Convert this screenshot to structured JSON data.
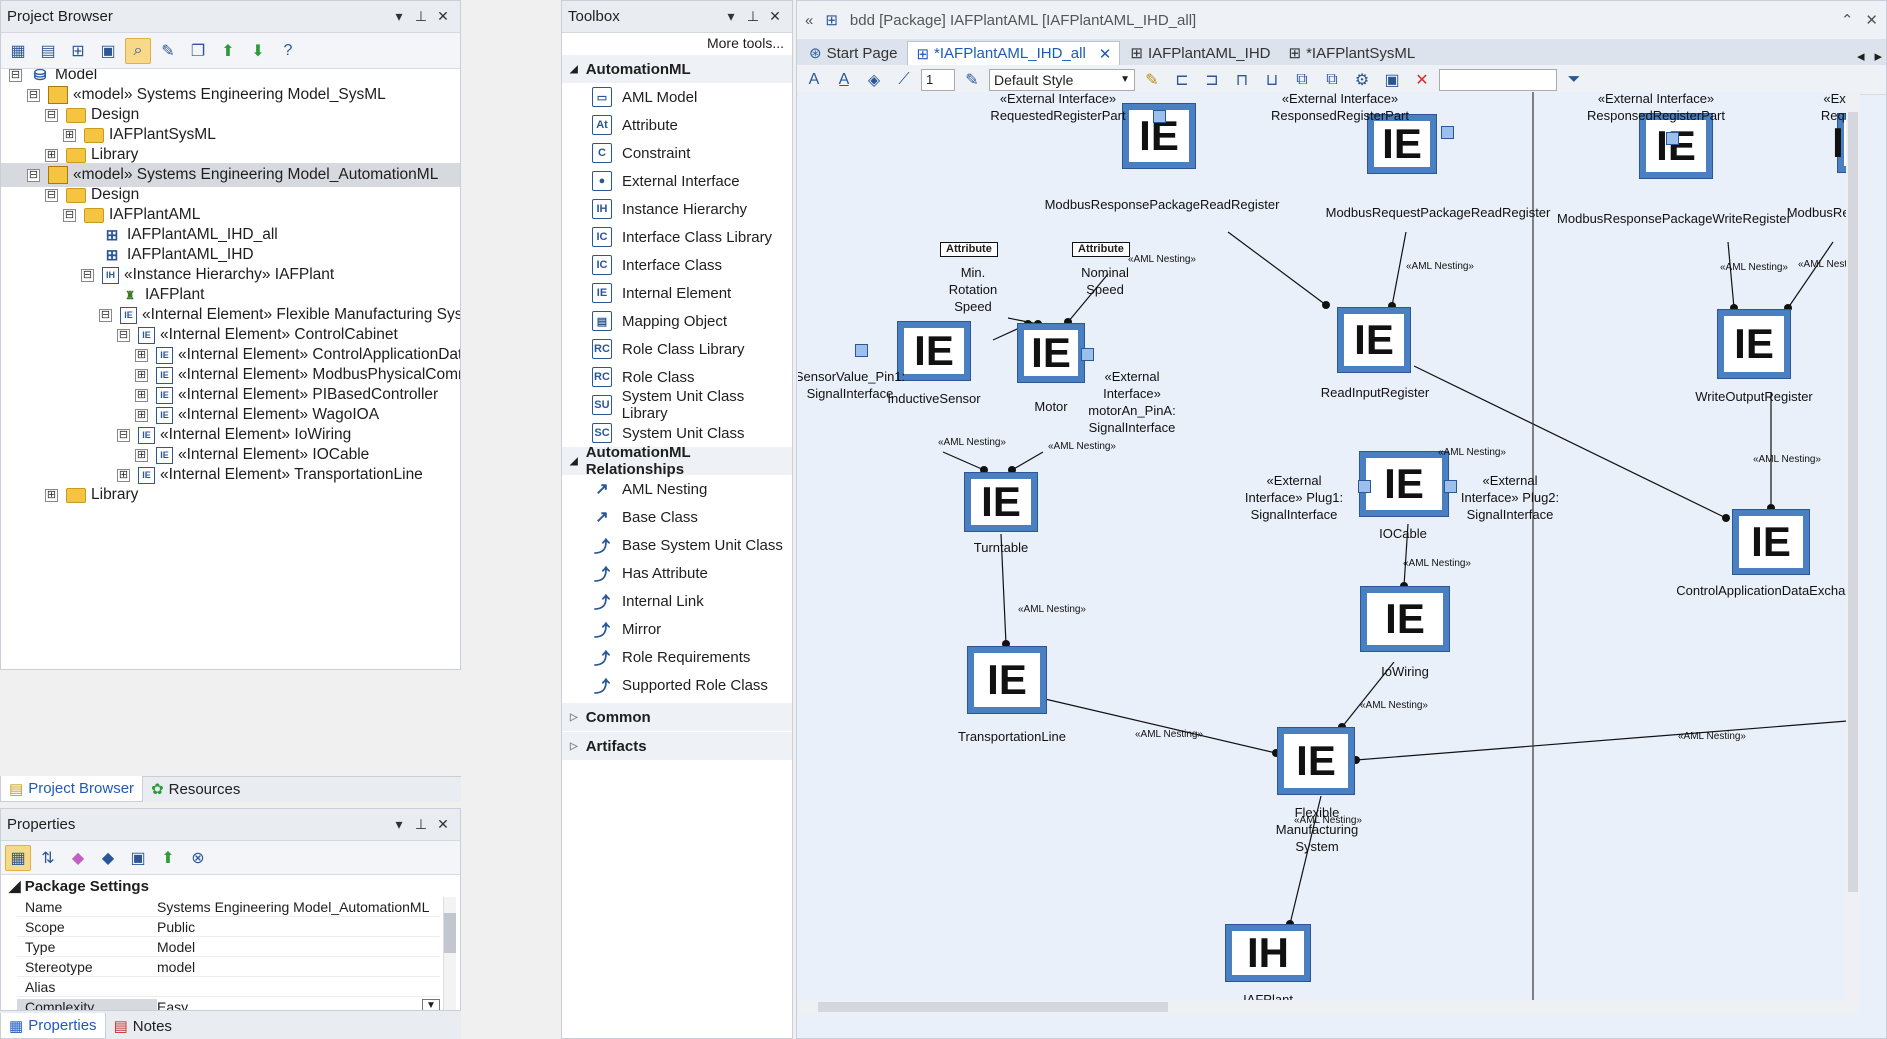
{
  "project_browser": {
    "title": "Project Browser",
    "tree": [
      {
        "label": "Model",
        "exp": "⊟"
      },
      {
        "label": "«model» Systems Engineering Model_SysML",
        "exp": "⊟"
      },
      {
        "label": "Design",
        "exp": "⊟"
      },
      {
        "label": "IAFPlantSysML",
        "exp": "⊞"
      },
      {
        "label": "Library",
        "exp": "⊞"
      },
      {
        "label": "«model» Systems Engineering Model_AutomationML",
        "exp": "⊟"
      },
      {
        "label": "Design",
        "exp": "⊟"
      },
      {
        "label": "IAFPlantAML",
        "exp": "⊟"
      },
      {
        "label": "IAFPlantAML_IHD_all",
        "exp": ""
      },
      {
        "label": "IAFPlantAML_IHD",
        "exp": ""
      },
      {
        "label": "«Instance Hierarchy» IAFPlant",
        "exp": "⊟"
      },
      {
        "label": "IAFPlant",
        "exp": ""
      },
      {
        "label": "«Internal Element» Flexible Manufacturing System",
        "exp": "⊟"
      },
      {
        "label": "«Internal Element» ControlCabinet",
        "exp": "⊟"
      },
      {
        "label": "«Internal Element» ControlApplicationDataExchang",
        "exp": "⊞"
      },
      {
        "label": "«Internal Element» ModbusPhysicalCommunicationI",
        "exp": "⊞"
      },
      {
        "label": "«Internal Element» PIBasedController",
        "exp": "⊞"
      },
      {
        "label": "«Internal Element» WagoIOA",
        "exp": "⊞"
      },
      {
        "label": "«Internal Element» IoWiring",
        "exp": "⊟"
      },
      {
        "label": "«Internal Element» IOCable",
        "exp": "⊞"
      },
      {
        "label": "«Internal Element» TransportationLine",
        "exp": "⊞"
      },
      {
        "label": "Library",
        "exp": "⊞"
      }
    ],
    "tabs": {
      "project_browser": "Project Browser",
      "resources": "Resources"
    }
  },
  "properties": {
    "title": "Properties",
    "section": "Package Settings",
    "rows": [
      {
        "k": "Name",
        "v": "Systems Engineering Model_AutomationML"
      },
      {
        "k": "Scope",
        "v": "Public"
      },
      {
        "k": "Type",
        "v": "Model"
      },
      {
        "k": "Stereotype",
        "v": "model"
      },
      {
        "k": "Alias",
        "v": ""
      },
      {
        "k": "Complexity",
        "v": "Easy"
      }
    ],
    "tabs": {
      "properties": "Properties",
      "notes": "Notes"
    }
  },
  "toolbox": {
    "title": "Toolbox",
    "more_tools": "More tools...",
    "group1": "AutomationML",
    "items1": [
      "AML Model",
      "Attribute",
      "Constraint",
      "External Interface",
      "Instance Hierarchy",
      "Interface Class Library",
      "Interface Class",
      "Internal Element",
      "Mapping Object",
      "Role Class Library",
      "Role Class",
      "System Unit Class Library",
      "System Unit Class"
    ],
    "icons1": [
      "▭",
      "At",
      "C",
      "●",
      "IH",
      "IC",
      "IC",
      "IE",
      "▤",
      "RC",
      "RC",
      "SU",
      "SC"
    ],
    "group2": "AutomationML Relationships",
    "items2": [
      "AML Nesting",
      "Base Class",
      "Base System Unit Class",
      "Has Attribute",
      "Internal Link",
      "Mirror",
      "Role Requirements",
      "Supported Role Class"
    ],
    "group3": "Common",
    "group4": "Artifacts"
  },
  "document": {
    "path": "bdd [Package] IAFPlantAML [IAFPlantAML_IHD_all]",
    "tabs": [
      "Start Page",
      "*IAFPlantAML_IHD_all",
      "IAFPlantAML_IHD",
      "*IAFPlantSysML"
    ],
    "zoom_value": "1",
    "style_select": "Default Style"
  },
  "diagram": {
    "nesting_label": "«AML Nesting»",
    "attribute_tag": "Attribute",
    "nodes": {
      "modbus_resp_read": {
        "text": "IE",
        "label": "ModbusResponsePackageReadRegister"
      },
      "modbus_req_read": {
        "text": "IE",
        "label": "ModbusRequestPackageReadRegister"
      },
      "modbus_resp_write": {
        "text": "IE",
        "label": "ModbusResponsePackageWriteRegister"
      },
      "modbus_req_w": {
        "text": "IE",
        "label": "ModbusRequestF"
      },
      "inductive": {
        "text": "IE",
        "label": "InductiveSensor"
      },
      "motor": {
        "text": "IE",
        "label": "Motor"
      },
      "read_input": {
        "text": "IE",
        "label": "ReadInputRegister"
      },
      "write_output": {
        "text": "IE",
        "label": "WriteOutputRegister"
      },
      "turntable": {
        "text": "IE",
        "label": "Turntable"
      },
      "iocable": {
        "text": "IE",
        "label": "IOCable"
      },
      "control_app": {
        "text": "IE",
        "label": "ControlApplicationDataExchang"
      },
      "iowiring": {
        "text": "IE",
        "label": "IoWiring"
      },
      "transport": {
        "text": "IE",
        "label": "TransportationLine"
      },
      "fms": {
        "text": "IE",
        "label": "Flexible\nManufacturing\nSystem"
      },
      "iafplant": {
        "text": "IH",
        "label": "IAFPlant"
      }
    },
    "notes": {
      "req_reg_part": "«External Interface»\nRequestedRegisterPart",
      "resp_reg_part1": "«External Interface»\nResponsedRegisterPart",
      "resp_reg_part2": "«External Interface»\nResponsedRegisterPart",
      "req_part_partial": "«Exte\nReque",
      "attr_min": "Min.\nRotation\nSpeed",
      "attr_nom": "Nominal\nSpeed",
      "sensor_pin": "SensorValue_Pin1:\nSignalInterface",
      "motor_pin": "«External\nInterface»\nmotorAn_PinA:\nSignalInterface",
      "plug1": "«External\nInterface» Plug1:\nSignalInterface",
      "plug2": "«External\nInterface» Plug2:\nSignalInterface"
    }
  }
}
